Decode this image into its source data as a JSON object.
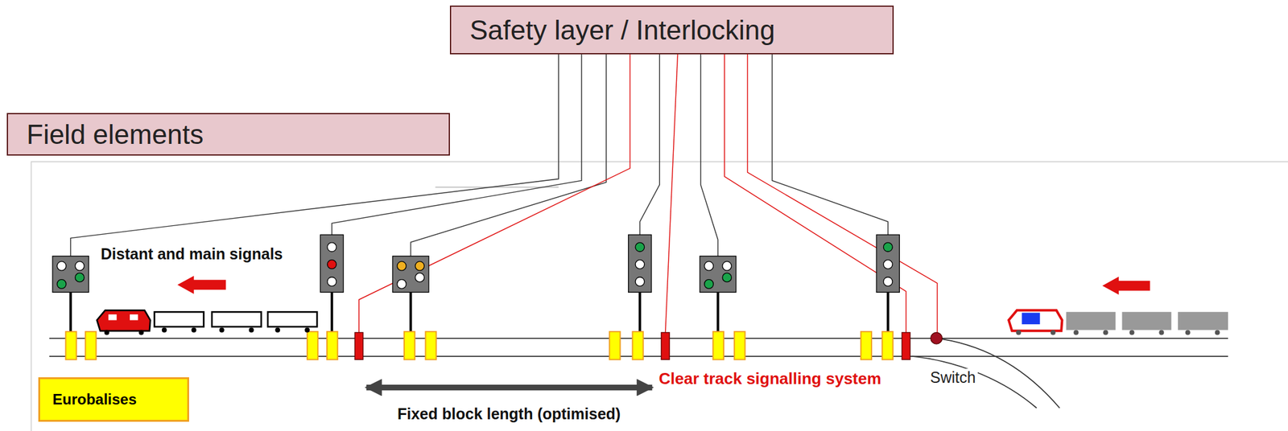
{
  "diagram": {
    "nodes": [
      {
        "text": [
          "Safety layer / Interlocking"
        ]
      },
      {
        "text": [
          "Field elements"
        ]
      },
      {
        "text": [
          "Eurobalises"
        ]
      }
    ],
    "labels": [
      "Distant and main signals",
      "Fixed block length (optimised)",
      "Clear track signalling system",
      "Switch"
    ]
  }
}
